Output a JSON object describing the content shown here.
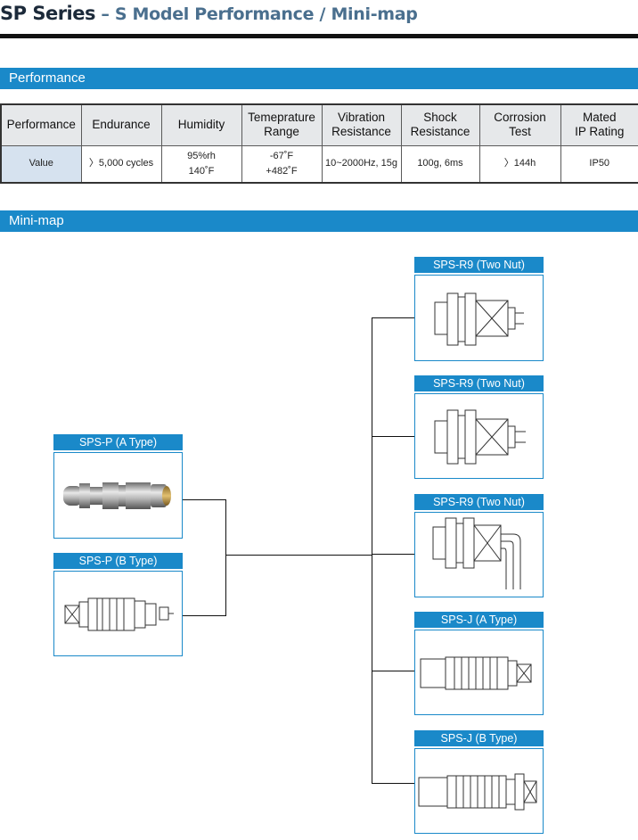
{
  "header": {
    "title_main": "SP Series",
    "title_sub": " – S Model Performance / Mini-map"
  },
  "sections": {
    "performance": "Performance",
    "minimap": "Mini-map"
  },
  "performance_table": {
    "headers": [
      "Performance",
      "Endurance",
      "Humidity",
      "Temeprature\nRange",
      "Vibration\nResistance",
      "Shock\nResistance",
      "Corrosion\nTest",
      "Mated\nIP Rating"
    ],
    "row": {
      "label": "Value",
      "endurance": "〉5,000 cycles",
      "humidity_1": "95%rh",
      "humidity_2": "140˚F",
      "temp_1": "-67˚F",
      "temp_2": "+482˚F",
      "vibration": "10~2000Hz, 15g",
      "shock": "100g, 6ms",
      "corrosion": "〉144h",
      "ip": "IP50"
    }
  },
  "minimap": {
    "left_items": [
      {
        "label": "SPS-P (A Type)",
        "icon": "plug-photo-icon"
      },
      {
        "label": "SPS-P (B Type)",
        "icon": "plug-drawing-icon"
      }
    ],
    "right_items": [
      {
        "label": "SPS-R9 (Two Nut)",
        "icon": "receptacle-two-nut-icon"
      },
      {
        "label": "SPS-R9 (Two Nut)",
        "icon": "receptacle-two-nut-pcb-icon"
      },
      {
        "label": "SPS-R9 (Two Nut)",
        "icon": "receptacle-two-nut-elbow-icon"
      },
      {
        "label": "SPS-J (A Type)",
        "icon": "jack-a-type-icon"
      },
      {
        "label": "SPS-J (B Type)",
        "icon": "jack-b-type-icon"
      }
    ],
    "accent_color": "#1a89c9"
  }
}
